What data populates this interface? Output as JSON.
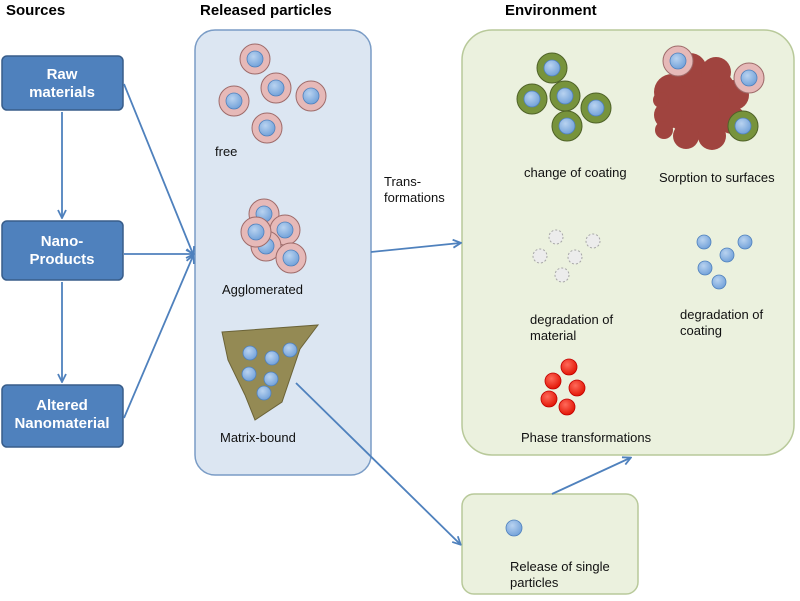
{
  "headings": {
    "sources": "Sources",
    "released": "Released particles",
    "environment": "Environment"
  },
  "sources": {
    "raw": [
      "Raw",
      "materials"
    ],
    "nano": [
      "Nano-",
      "Products"
    ],
    "altered": [
      "Altered",
      "Nanomaterial"
    ]
  },
  "released": {
    "free": "free",
    "agglomerated": "Agglomerated",
    "matrix": "Matrix-bound"
  },
  "transformations": [
    "Trans-",
    "formations"
  ],
  "environment": {
    "coating_change": "change of coating",
    "sorption": "Sorption to surfaces",
    "degradation_material": [
      "degradation of",
      "material"
    ],
    "degradation_coating": [
      "degradation of",
      "coating"
    ],
    "phase": "Phase transformations"
  },
  "single_release": [
    "Release of single",
    "particles"
  ],
  "colors": {
    "source_box": "#4f81bd",
    "released_panel": "#dce6f2",
    "environment_panel": "#ebf1de",
    "arrow": "#4f81bd",
    "core": "#8db4e2",
    "shell_pink": "#e6b9b8",
    "shell_green": "#77933c",
    "matrix": "#948a54",
    "surface": "#a0443f",
    "phase_red": "#ff2a1a"
  }
}
